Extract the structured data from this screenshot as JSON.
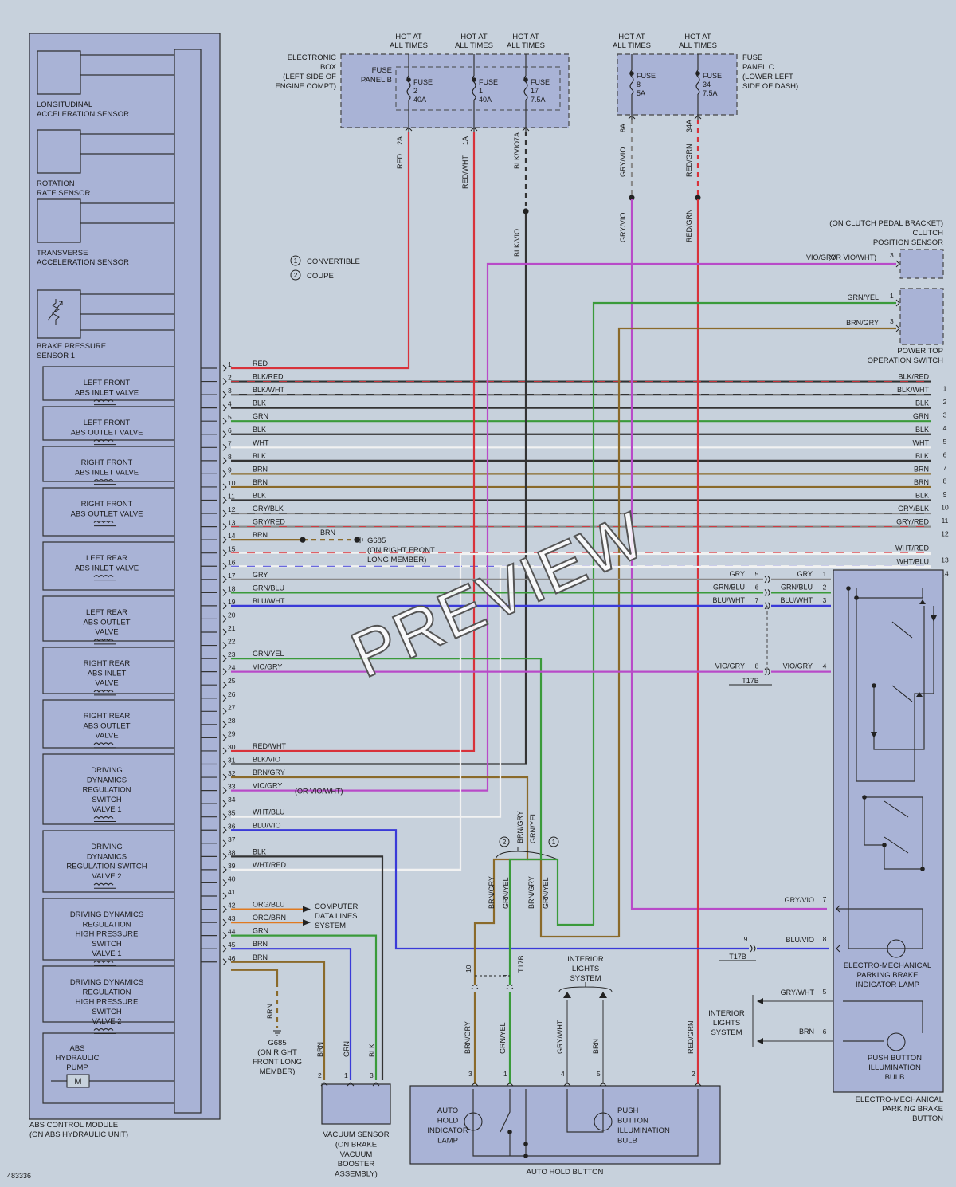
{
  "abs_module": {
    "title_line1": "ABS CONTROL MODULE",
    "title_line2": "(ON ABS HYDRAULIC UNIT)",
    "sensors": [
      [
        "LONGITUDINAL",
        "ACCELERATION SENSOR"
      ],
      [
        "ROTATION",
        "RATE SENSOR"
      ],
      [
        "TRANSVERSE",
        "ACCELERATION SENSOR"
      ],
      [
        "BRAKE PRESSURE",
        "SENSOR 1"
      ]
    ],
    "valves": [
      [
        "LEFT FRONT",
        "ABS INLET VALVE"
      ],
      [
        "LEFT FRONT",
        "ABS OUTLET VALVE"
      ],
      [
        "RIGHT FRONT",
        "ABS INLET VALVE"
      ],
      [
        "RIGHT FRONT",
        "ABS OUTLET VALVE"
      ],
      [
        "LEFT REAR",
        "ABS INLET VALVE"
      ],
      [
        "LEFT REAR",
        "ABS OUTLET",
        "VALVE"
      ],
      [
        "RIGHT REAR",
        "ABS INLET",
        "VALVE"
      ],
      [
        "RIGHT REAR",
        "ABS OUTLET",
        "VALVE"
      ],
      [
        "DRIVING",
        "DYNAMICS",
        "REGULATION",
        "SWITCH",
        "VALVE 1"
      ],
      [
        "DRIVING",
        "DYNAMICS",
        "REGULATION SWITCH",
        "VALVE 2"
      ],
      [
        "DRIVING DYNAMICS",
        "REGULATION",
        "HIGH PRESSURE",
        "SWITCH",
        "VALVE 1"
      ],
      [
        "DRIVING DYNAMICS",
        "REGULATION",
        "HIGH PRESSURE",
        "SWITCH",
        "VALVE 2"
      ]
    ],
    "pump": [
      "ABS",
      "HYDRAULIC",
      "PUMP"
    ],
    "motor_label": "M"
  },
  "pins": [
    {
      "n": "1",
      "wire": "RED"
    },
    {
      "n": "2",
      "wire": "BLK/RED"
    },
    {
      "n": "3",
      "wire": "BLK/WHT"
    },
    {
      "n": "4",
      "wire": "BLK"
    },
    {
      "n": "5",
      "wire": "GRN"
    },
    {
      "n": "6",
      "wire": "BLK"
    },
    {
      "n": "7",
      "wire": "WHT"
    },
    {
      "n": "8",
      "wire": "BLK"
    },
    {
      "n": "9",
      "wire": "BRN"
    },
    {
      "n": "10",
      "wire": "BRN"
    },
    {
      "n": "11",
      "wire": "BLK"
    },
    {
      "n": "12",
      "wire": "GRY/BLK"
    },
    {
      "n": "13",
      "wire": "GRY/RED"
    },
    {
      "n": "14",
      "wire": "BRN"
    },
    {
      "n": "15",
      "wire": ""
    },
    {
      "n": "16",
      "wire": ""
    },
    {
      "n": "17",
      "wire": "GRY"
    },
    {
      "n": "18",
      "wire": "GRN/BLU"
    },
    {
      "n": "19",
      "wire": "BLU/WHT"
    },
    {
      "n": "20",
      "wire": ""
    },
    {
      "n": "21",
      "wire": ""
    },
    {
      "n": "22",
      "wire": ""
    },
    {
      "n": "23",
      "wire": "GRN/YEL"
    },
    {
      "n": "24",
      "wire": "VIO/GRY"
    },
    {
      "n": "25",
      "wire": ""
    },
    {
      "n": "26",
      "wire": ""
    },
    {
      "n": "27",
      "wire": ""
    },
    {
      "n": "28",
      "wire": ""
    },
    {
      "n": "29",
      "wire": ""
    },
    {
      "n": "30",
      "wire": "RED/WHT"
    },
    {
      "n": "31",
      "wire": "BLK/VIO"
    },
    {
      "n": "32",
      "wire": "BRN/GRY"
    },
    {
      "n": "33",
      "wire": "VIO/GRY"
    },
    {
      "n": "34",
      "wire": ""
    },
    {
      "n": "35",
      "wire": "WHT/BLU"
    },
    {
      "n": "36",
      "wire": "BLU/VIO"
    },
    {
      "n": "37",
      "wire": ""
    },
    {
      "n": "38",
      "wire": "BLK"
    },
    {
      "n": "39",
      "wire": "WHT/RED"
    },
    {
      "n": "40",
      "wire": ""
    },
    {
      "n": "41",
      "wire": ""
    },
    {
      "n": "42",
      "wire": "ORG/BLU"
    },
    {
      "n": "43",
      "wire": "ORG/BRN"
    },
    {
      "n": "44",
      "wire": "GRN"
    },
    {
      "n": "45",
      "wire": "BRN"
    },
    {
      "n": "46",
      "wire": "BRN"
    }
  ],
  "wire_colors": {
    "RED": "#d8323a",
    "BLK": "#333333",
    "WHT": "#f2f2f2",
    "GRN": "#3a9a3a",
    "BRN": "#8a6a2a",
    "GRY": "#8a8a8a",
    "VIO": "#b84ac8",
    "BLU": "#3a3ad8",
    "YEL": "#e6d22a",
    "ORG": "#e07a20"
  },
  "right_bus": [
    {
      "wire": "BLK/RED",
      "n": "1"
    },
    {
      "wire": "BLK/WHT",
      "n": "2"
    },
    {
      "wire": "BLK",
      "n": "3"
    },
    {
      "wire": "GRN",
      "n": "4"
    },
    {
      "wire": "BLK",
      "n": "5"
    },
    {
      "wire": "WHT",
      "n": "6"
    },
    {
      "wire": "BLK",
      "n": "7"
    },
    {
      "wire": "BRN",
      "n": "8"
    },
    {
      "wire": "BRN",
      "n": "9"
    },
    {
      "wire": "BLK",
      "n": "10"
    },
    {
      "wire": "GRY/BLK",
      "n": "11"
    },
    {
      "wire": "GRY/RED",
      "n": "12"
    },
    {
      "wire": "WHT/RED",
      "n": "13"
    },
    {
      "wire": "WHT/BLU",
      "n": "14"
    }
  ],
  "fuse_panel_b": {
    "label": [
      "ELECTRONIC",
      "BOX",
      "(LEFT SIDE OF",
      "ENGINE COMPT)"
    ],
    "inner_label": [
      "FUSE",
      "PANEL B"
    ],
    "hot": [
      "HOT AT",
      "ALL TIMES"
    ],
    "fuses": [
      {
        "label": "FUSE",
        "num": "2",
        "amp": "40A",
        "pin": "2A",
        "wire": "RED"
      },
      {
        "label": "FUSE",
        "num": "1",
        "amp": "40A",
        "pin": "1A",
        "wire": "RED/WHT"
      },
      {
        "label": "FUSE",
        "num": "17",
        "amp": "7.5A",
        "pin": "17A",
        "wire": "BLK/VIO"
      }
    ]
  },
  "fuse_panel_c": {
    "label": [
      "FUSE",
      "PANEL C",
      "(LOWER LEFT",
      "SIDE OF DASH)"
    ],
    "hot": [
      "HOT AT",
      "ALL TIMES"
    ],
    "fuses": [
      {
        "label": "FUSE",
        "num": "8",
        "amp": "5A",
        "pin": "8A",
        "wire": "GRY/VIO"
      },
      {
        "label": "FUSE",
        "num": "34",
        "amp": "7.5A",
        "pin": "34A",
        "wire": "RED/GRN"
      }
    ]
  },
  "legend": [
    {
      "n": "1",
      "text": "CONVERTIBLE"
    },
    {
      "n": "2",
      "text": "COUPE"
    }
  ],
  "clutch_sensor": {
    "label": [
      "(ON CLUTCH PEDAL BRACKET)",
      "CLUTCH",
      "POSITION SENSOR"
    ],
    "wire": "VIO/GRY",
    "alt": "(OR VIO/WHT)",
    "pin": "3"
  },
  "power_top": {
    "label": [
      "POWER TOP",
      "OPERATION SWITCH"
    ],
    "wires": [
      {
        "wire": "GRN/YEL",
        "pin": "1"
      },
      {
        "wire": "BRN/GRY",
        "pin": "3"
      }
    ]
  },
  "g685_upper": {
    "wire": "BRN",
    "label": [
      "G685",
      "(ON RIGHT FRONT",
      "LONG MEMBER)"
    ]
  },
  "g685_lower": {
    "wire": "BRN",
    "label": [
      "G685",
      "(ON RIGHT",
      "FRONT LONG",
      "MEMBER)"
    ]
  },
  "computer_lines": [
    "COMPUTER",
    "DATA LINES",
    "SYSTEM"
  ],
  "alt_vio_wht": "(OR VIO/WHT)",
  "t17b": "T17B",
  "connector_rows": [
    {
      "wire": "GRY",
      "pin_a": "5",
      "wire_b": "GRY",
      "pin_b": "1"
    },
    {
      "wire": "GRN/BLU",
      "pin_a": "6",
      "wire_b": "GRN/BLU",
      "pin_b": "2"
    },
    {
      "wire": "BLU/WHT",
      "pin_a": "7",
      "wire_b": "BLU/WHT",
      "pin_b": "3"
    },
    {
      "wire": "VIO/GRY",
      "pin_a": "8",
      "wire_b": "VIO/GRY",
      "pin_b": "4"
    }
  ],
  "epb_button": {
    "label": [
      "ELECTRO-MECHANICAL",
      "PARKING BRAKE",
      "BUTTON"
    ],
    "lamp": [
      "ELECTRO-MECHANICAL",
      "PARKING BRAKE",
      "INDICATOR LAMP"
    ],
    "bulb": [
      "PUSH BUTTON",
      "ILLUMINATION",
      "BULB"
    ],
    "gry_vio": {
      "wire": "GRY/VIO",
      "pin": "7"
    },
    "blu_vio": {
      "wire": "BLU/VIO",
      "pin": "8",
      "pin9": "9"
    },
    "gry_wht": {
      "wire": "GRY/WHT",
      "pin": "5"
    },
    "brn": {
      "wire": "BRN",
      "pin": "6"
    }
  },
  "interior_lights": [
    "INTERIOR",
    "LIGHTS",
    "SYSTEM"
  ],
  "vacuum_sensor": {
    "label": [
      "VACUUM SENSOR",
      "(ON BRAKE",
      "VACUUM",
      "BOOSTER",
      "ASSEMBLY)"
    ],
    "pins": [
      {
        "wire": "BRN",
        "pin": "2"
      },
      {
        "wire": "GRN",
        "pin": "1"
      },
      {
        "wire": "BLK",
        "pin": "3"
      }
    ]
  },
  "auto_hold": {
    "label": "AUTO HOLD BUTTON",
    "lamp": [
      "AUTO",
      "HOLD",
      "INDICATOR",
      "LAMP"
    ],
    "bulb": [
      "PUSH",
      "BUTTON",
      "ILLUMINATION",
      "BULB"
    ],
    "pins": [
      {
        "wire": "BRN/GRY",
        "pin": "3"
      },
      {
        "wire": "GRN/YEL",
        "pin": "1"
      },
      {
        "wire": "GRY/WHT",
        "pin": "4"
      },
      {
        "wire": "BRN",
        "pin": "5"
      },
      {
        "wire": "RED/GRN",
        "pin": "2"
      }
    ],
    "top_pins": [
      "10",
      "1"
    ]
  },
  "split_labels": {
    "brn_gry": "BRN/GRY",
    "grn_yel": "GRN/YEL",
    "c2": "2",
    "c1": "1"
  },
  "doc_id": "483336",
  "watermark": "PREVIEW"
}
